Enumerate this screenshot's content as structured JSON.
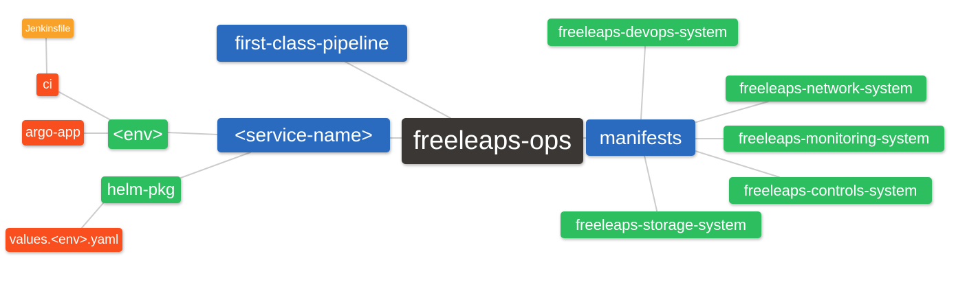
{
  "diagram": {
    "type": "mindmap",
    "root_label": "freeleaps-ops",
    "palette": {
      "blue": "#2a6bc0",
      "green": "#2dbe60",
      "red": "#f94e1e",
      "orange": "#f8a22a",
      "dark": "#3a3735",
      "edge": "#cccccc",
      "text": "#ffffff",
      "background": "#ffffff"
    },
    "nodes": [
      {
        "id": "jenkinsfile",
        "label": "Jenkinsfile",
        "color": "orange"
      },
      {
        "id": "ci",
        "label": "ci",
        "color": "red"
      },
      {
        "id": "argo-app",
        "label": "argo-app",
        "color": "red"
      },
      {
        "id": "env",
        "label": "<env>",
        "color": "green"
      },
      {
        "id": "helm-pkg",
        "label": "helm-pkg",
        "color": "green"
      },
      {
        "id": "values-env-yaml",
        "label": "values.<env>.yaml",
        "color": "red"
      },
      {
        "id": "first-class-pipeline",
        "label": "first-class-pipeline",
        "color": "blue"
      },
      {
        "id": "service-name",
        "label": "<service-name>",
        "color": "blue"
      },
      {
        "id": "freeleaps-ops",
        "label": "freeleaps-ops",
        "color": "dark"
      },
      {
        "id": "manifests",
        "label": "manifests",
        "color": "blue"
      },
      {
        "id": "freeleaps-devops-system",
        "label": "freeleaps-devops-system",
        "color": "green"
      },
      {
        "id": "freeleaps-network-system",
        "label": "freeleaps-network-system",
        "color": "green"
      },
      {
        "id": "freeleaps-monitoring-system",
        "label": "freeleaps-monitoring-system",
        "color": "green"
      },
      {
        "id": "freeleaps-controls-system",
        "label": "freeleaps-controls-system",
        "color": "green"
      },
      {
        "id": "freeleaps-storage-system",
        "label": "freeleaps-storage-system",
        "color": "green"
      }
    ],
    "edges": [
      [
        "jenkinsfile",
        "ci"
      ],
      [
        "ci",
        "env"
      ],
      [
        "argo-app",
        "env"
      ],
      [
        "env",
        "service-name"
      ],
      [
        "helm-pkg",
        "service-name"
      ],
      [
        "values-env-yaml",
        "helm-pkg"
      ],
      [
        "first-class-pipeline",
        "freeleaps-ops"
      ],
      [
        "service-name",
        "freeleaps-ops"
      ],
      [
        "freeleaps-ops",
        "manifests"
      ],
      [
        "manifests",
        "freeleaps-devops-system"
      ],
      [
        "manifests",
        "freeleaps-network-system"
      ],
      [
        "manifests",
        "freeleaps-monitoring-system"
      ],
      [
        "manifests",
        "freeleaps-controls-system"
      ],
      [
        "manifests",
        "freeleaps-storage-system"
      ]
    ]
  }
}
